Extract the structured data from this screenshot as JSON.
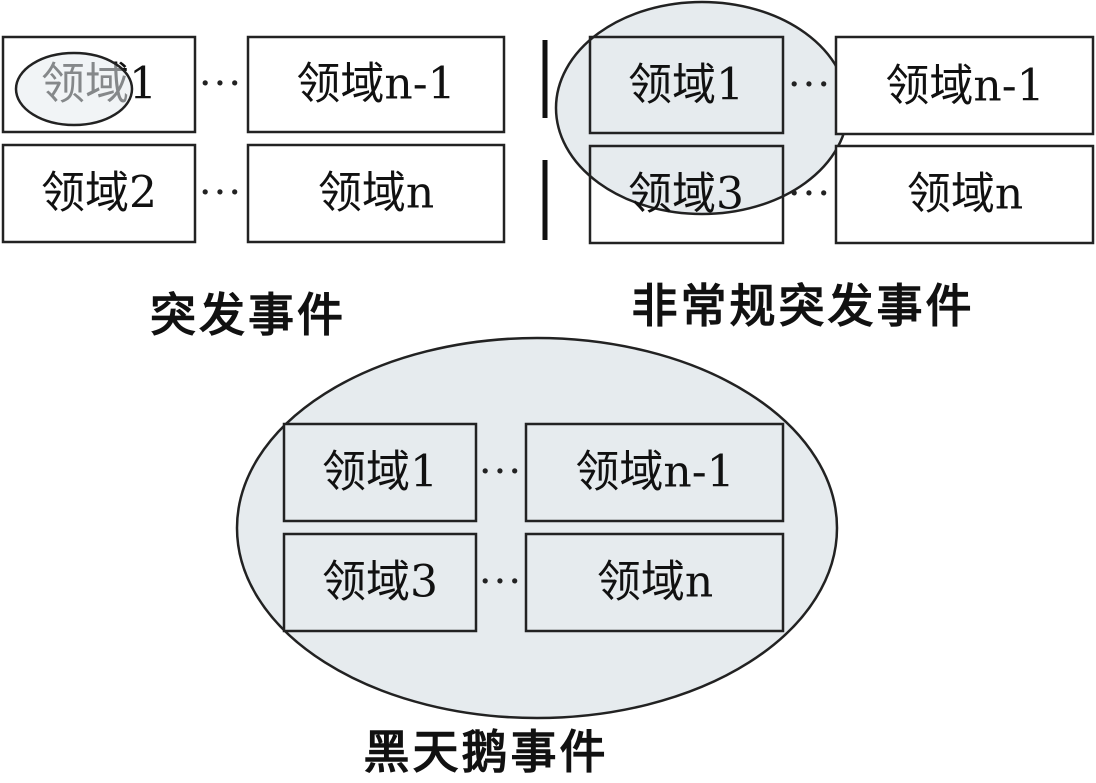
{
  "colors": {
    "shade": "#e6ebee",
    "stroke": "#222222",
    "text": "#111111",
    "background": "#ffffff"
  },
  "separator": "···",
  "panels": {
    "emergency": {
      "caption": "突发事件",
      "boxes": [
        "领域1",
        "领域n-1",
        "领域2",
        "领域n"
      ]
    },
    "unconventional": {
      "caption": "非常规突发事件",
      "boxes": [
        "领域1",
        "领域n-1",
        "领域3",
        "领域n"
      ]
    },
    "black_swan": {
      "caption": "黑天鹅事件",
      "boxes": [
        "领域1",
        "领域n-1",
        "领域3",
        "领域n"
      ]
    }
  }
}
